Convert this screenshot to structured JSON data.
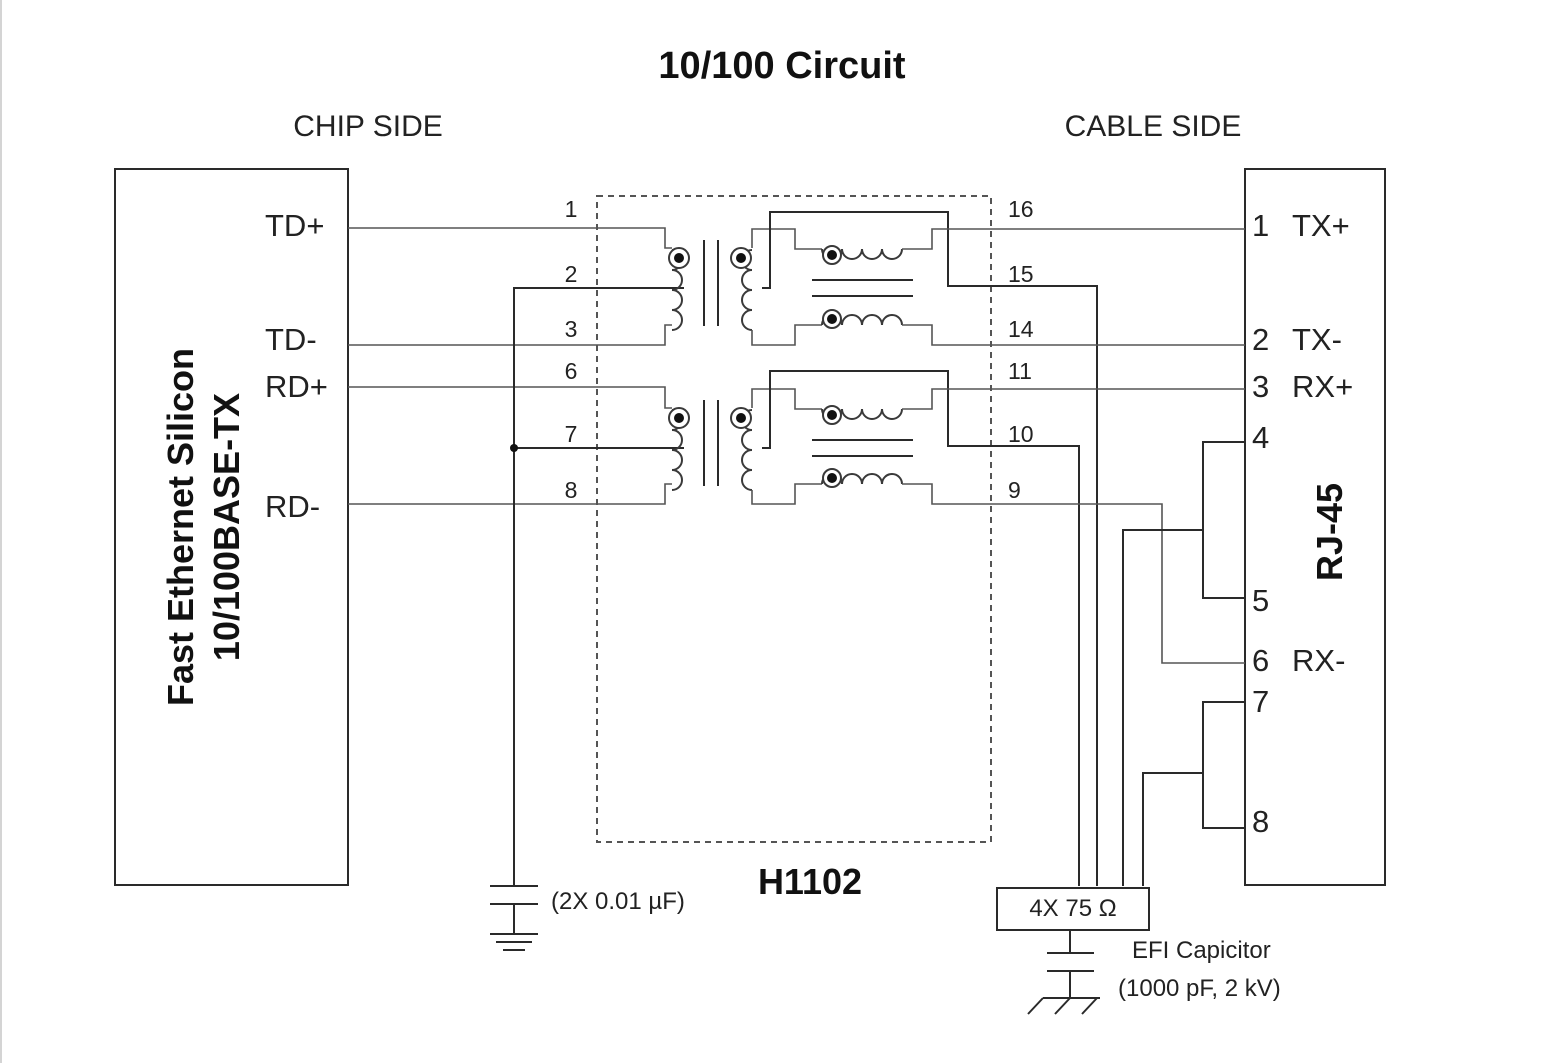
{
  "title": "10/100 Circuit",
  "labels": {
    "chip_side": "CHIP SIDE",
    "cable_side": "CABLE SIDE",
    "chip_line1": "Fast Ethernet Silicon",
    "chip_line2": "10/100BASE-TX",
    "connector": "RJ-45",
    "module": "H1102",
    "resistor": "4X 75 Ω",
    "cap_left": "(2X 0.01 µF)",
    "efi_line1": "EFI Capicitor",
    "efi_line2": "(1000 pF, 2 kV)"
  },
  "chip_signals": [
    "TD+",
    "TD-",
    "RD+",
    "RD-"
  ],
  "module_pins_left": [
    "1",
    "2",
    "3",
    "6",
    "7",
    "8"
  ],
  "module_pins_right": [
    "16",
    "15",
    "14",
    "11",
    "10",
    "9"
  ],
  "rj45_pins": [
    {
      "num": "1",
      "name": "TX+"
    },
    {
      "num": "2",
      "name": "TX-"
    },
    {
      "num": "3",
      "name": "RX+"
    },
    {
      "num": "4",
      "name": ""
    },
    {
      "num": "5",
      "name": ""
    },
    {
      "num": "6",
      "name": "RX-"
    },
    {
      "num": "7",
      "name": ""
    },
    {
      "num": "8",
      "name": ""
    }
  ],
  "colors": {
    "line": "#2a2a2a",
    "text": "#222222",
    "background": "#ffffff"
  }
}
